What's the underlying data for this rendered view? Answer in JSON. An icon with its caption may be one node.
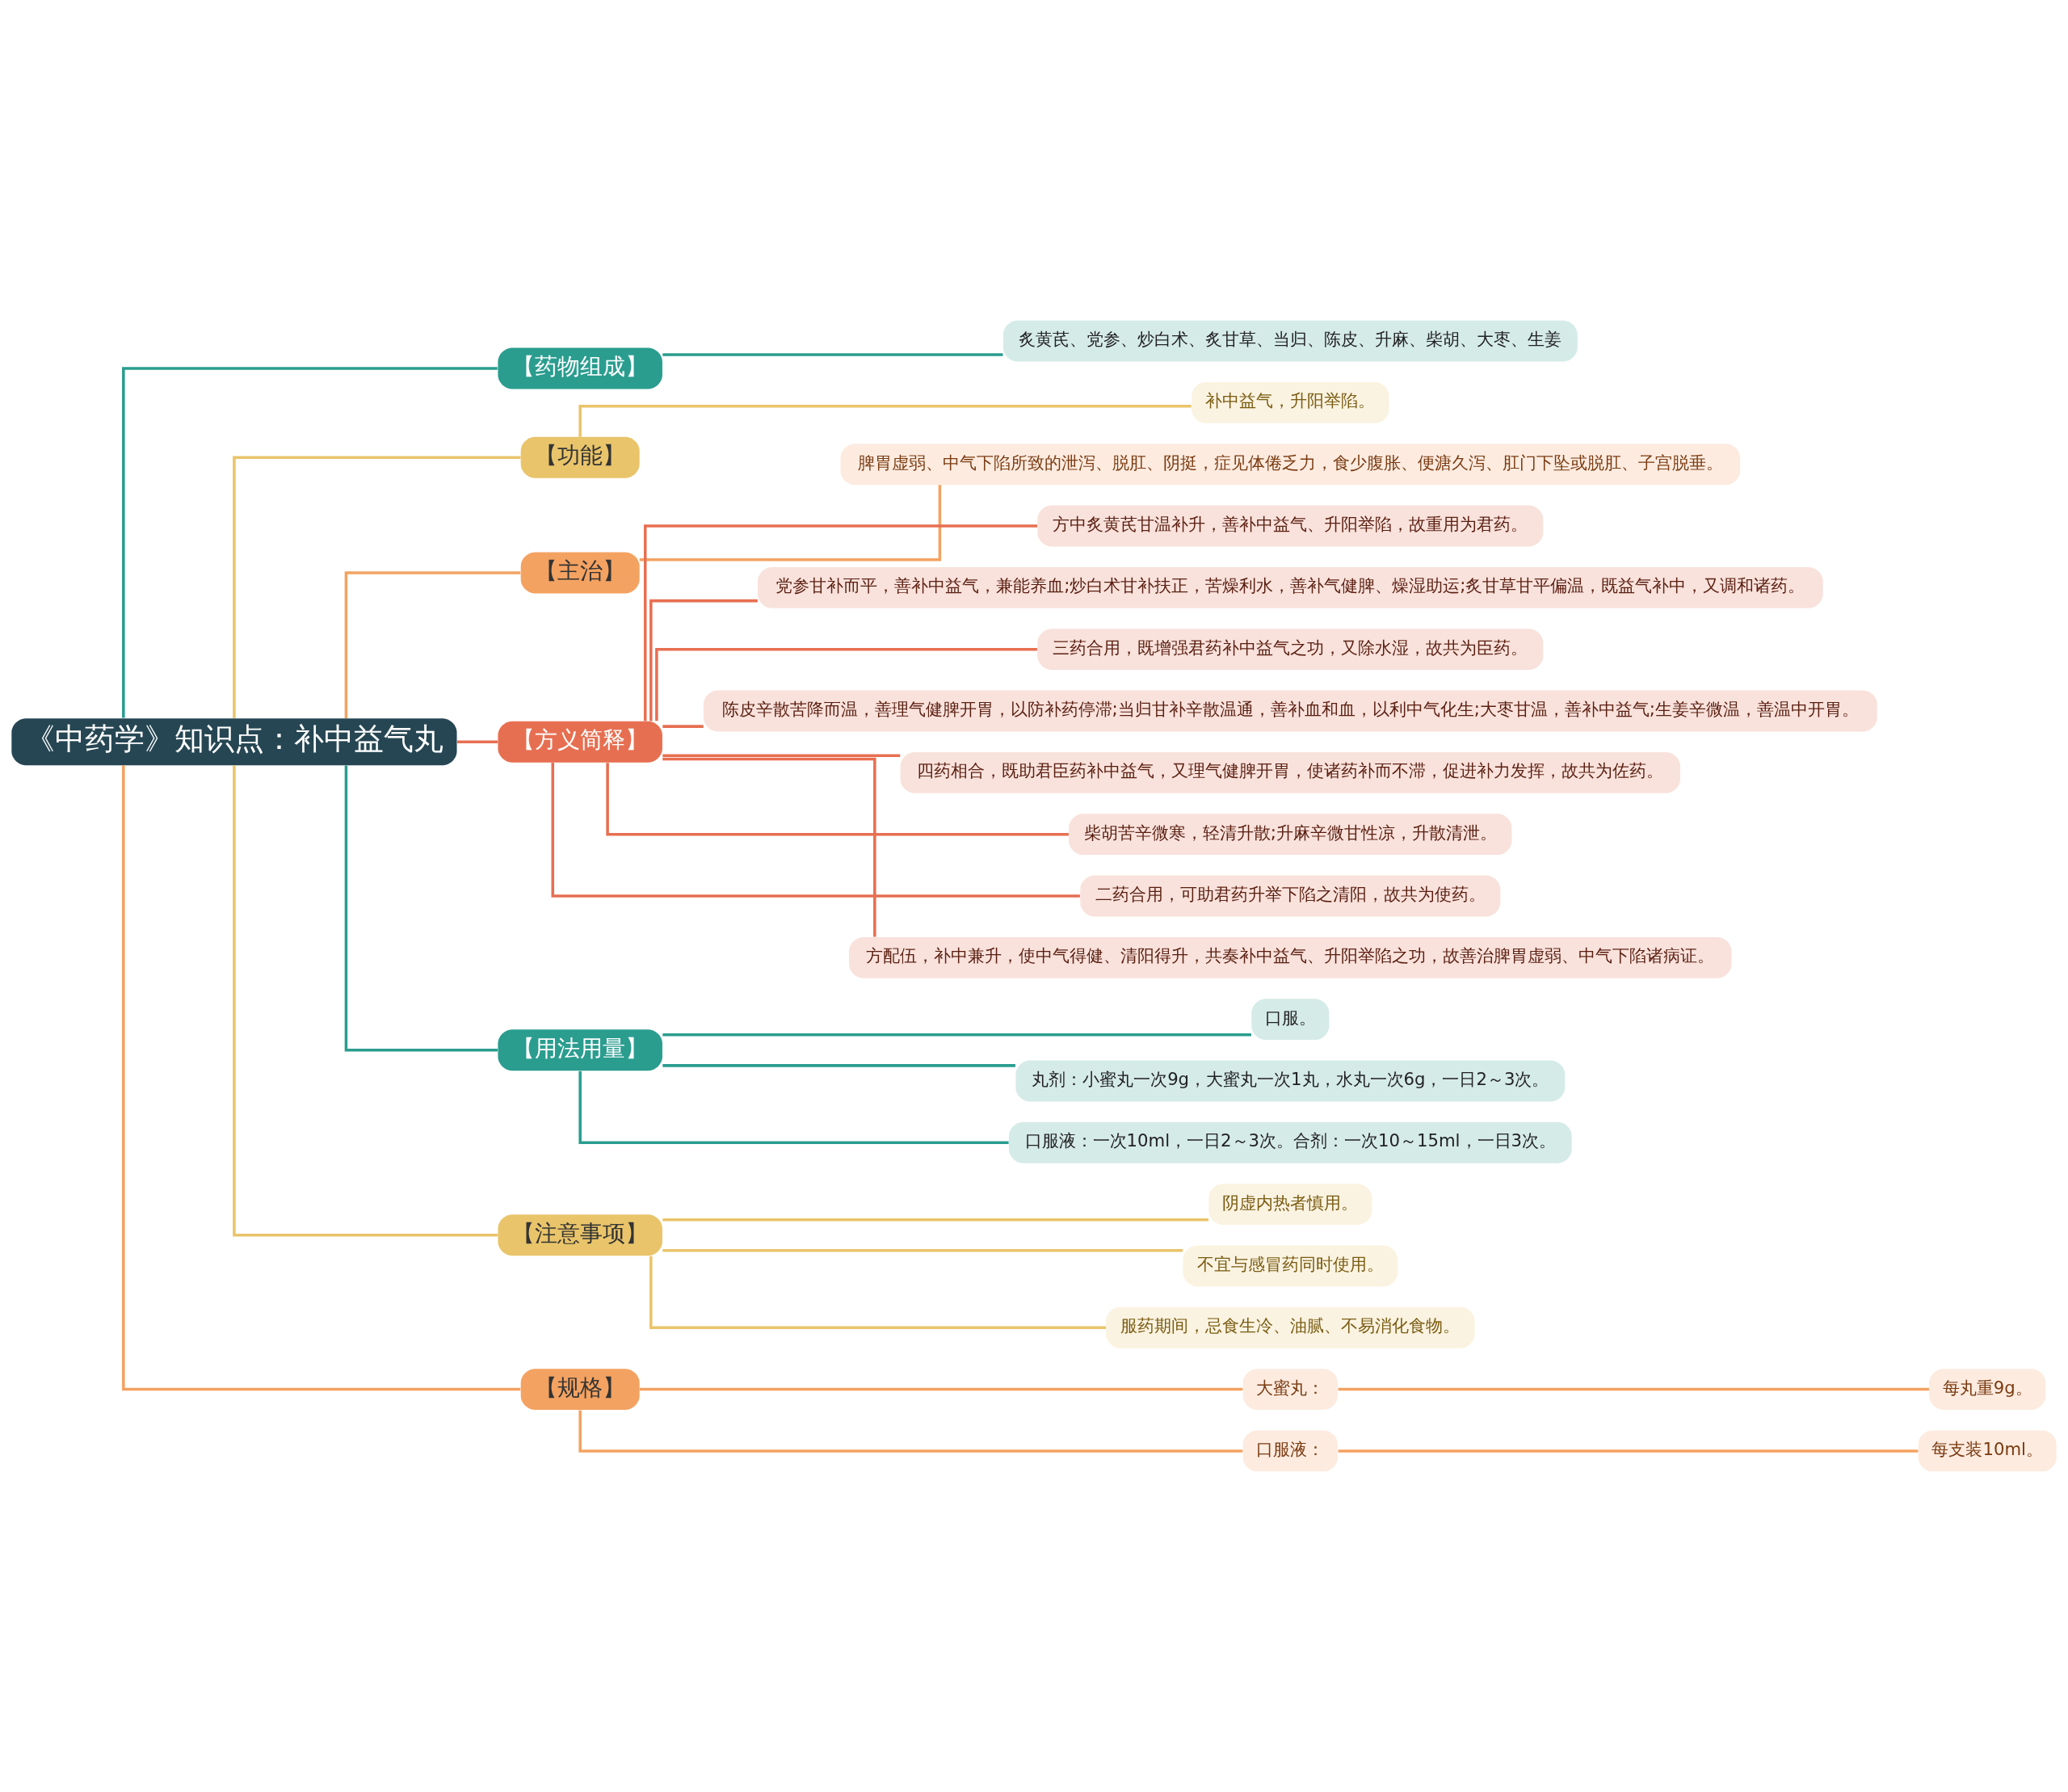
{
  "diagram": {
    "nodes": [
      {
        "text": [
          "《中药学》知识点：补中益气丸"
        ]
      },
      {
        "text": [
          "【药物组成】"
        ]
      },
      {
        "text": [
          "炙黄芪、党参、炒白术、炙甘草、当归、陈皮、升麻、柴胡、大枣、生姜"
        ]
      },
      {
        "text": [
          "【功能】"
        ]
      },
      {
        "text": [
          "补中益气，升阳举陷。"
        ]
      },
      {
        "text": [
          "【主治】"
        ]
      },
      {
        "text": [
          "脾胃虚弱、中气下陷所致的泄泻、脱肛、阴挺，症见体倦乏力，食少腹胀、便溏久泻、肛门下坠或脱肛、子宫脱垂。"
        ]
      },
      {
        "text": [
          "【方义简释】"
        ]
      },
      {
        "text": [
          "方中炙黄芪甘温补升，善补中益气、升阳举陷，故重用为君药。"
        ]
      },
      {
        "text": [
          "党参甘补而平，善补中益气，兼能养血;炒白术甘补扶正，苦燥利水，善补气健脾、燥湿助运;炙甘草甘平偏温，既益气补中，又调和诸药。"
        ]
      },
      {
        "text": [
          "三药合用，既增强君药补中益气之功，又除水湿，故共为臣药。"
        ]
      },
      {
        "text": [
          "陈皮辛散苦降而温，善理气健脾开胃，以防补药停滞;当归甘补辛散温通，善补血和血，以利中气化生;大枣甘温，善补中益气;生姜辛微温，善温中开胃。"
        ]
      },
      {
        "text": [
          "四药相合，既助君臣药补中益气，又理气健脾开胃，使诸药补而不滞，促进补力发挥，故共为佐药。"
        ]
      },
      {
        "text": [
          "柴胡苦辛微寒，轻清升散;升麻辛微甘性凉，升散清泄。"
        ]
      },
      {
        "text": [
          "二药合用，可助君药升举下陷之清阳，故共为使药。"
        ]
      },
      {
        "text": [
          "方配伍，补中兼升，使中气得健、清阳得升，共奏补中益气、升阳举陷之功，故善治脾胃虚弱、中气下陷诸病证。"
        ]
      },
      {
        "text": [
          "【用法用量】"
        ]
      },
      {
        "text": [
          "口服。"
        ]
      },
      {
        "text": [
          "丸剂：小蜜丸一次9g，大蜜丸一次1丸，水丸一次6g，一日2～3次。"
        ]
      },
      {
        "text": [
          "口服液：一次10ml，一日2～3次。合剂：一次10～15ml，一日3次。"
        ]
      },
      {
        "text": [
          "【注意事项】"
        ]
      },
      {
        "text": [
          "阴虚内热者慎用。"
        ]
      },
      {
        "text": [
          "不宜与感冒药同时使用。"
        ]
      },
      {
        "text": [
          "服药期间，忌食生冷、油腻、不易消化食物。"
        ]
      },
      {
        "text": [
          "【规格】"
        ]
      },
      {
        "text": [
          "大蜜丸："
        ]
      },
      {
        "text": [
          "每丸重9g。"
        ]
      },
      {
        "text": [
          "口服液："
        ]
      },
      {
        "text": [
          "每支装10ml。"
        ]
      }
    ],
    "edges": [
      {
        "from": 0,
        "to": 1,
        "arrow": "none",
        "color": "#2a9d8f"
      },
      {
        "from": 1,
        "to": 2,
        "arrow": "none",
        "color": "#2a9d8f"
      },
      {
        "from": 0,
        "to": 3,
        "arrow": "none",
        "color": "#e9c46a"
      },
      {
        "from": 3,
        "to": 4,
        "arrow": "none",
        "color": "#e9c46a"
      },
      {
        "from": 0,
        "to": 5,
        "arrow": "none",
        "color": "#f4a261"
      },
      {
        "from": 5,
        "to": 6,
        "arrow": "none",
        "color": "#f4a261"
      },
      {
        "from": 0,
        "to": 7,
        "arrow": "none"
      },
      {
        "from": 7,
        "to": 8,
        "arrow": "none"
      },
      {
        "from": 7,
        "to": 9,
        "arrow": "none"
      },
      {
        "from": 7,
        "to": 10,
        "arrow": "none"
      },
      {
        "from": 7,
        "to": 11,
        "arrow": "none"
      },
      {
        "from": 7,
        "to": 12,
        "arrow": "none"
      },
      {
        "from": 7,
        "to": 13,
        "arrow": "none"
      },
      {
        "from": 7,
        "to": 14,
        "arrow": "none"
      },
      {
        "from": 7,
        "to": 15,
        "arrow": "none"
      },
      {
        "from": 0,
        "to": 16,
        "arrow": "none",
        "color": "#2a9d8f"
      },
      {
        "from": 16,
        "to": 17,
        "arrow": "none",
        "color": "#2a9d8f"
      },
      {
        "from": 16,
        "to": 18,
        "arrow": "none",
        "color": "#2a9d8f"
      },
      {
        "from": 16,
        "to": 19,
        "arrow": "none",
        "color": "#2a9d8f"
      },
      {
        "from": 0,
        "to": 20,
        "arrow": "none",
        "color": "#e9c46a"
      },
      {
        "from": 20,
        "to": 21,
        "arrow": "none",
        "color": "#e9c46a"
      },
      {
        "from": 20,
        "to": 22,
        "arrow": "none",
        "color": "#e9c46a"
      },
      {
        "from": 20,
        "to": 23,
        "arrow": "none",
        "color": "#e9c46a"
      },
      {
        "from": 0,
        "to": 24,
        "arrow": "none",
        "color": "#f4a261"
      },
      {
        "from": 24,
        "to": 25,
        "arrow": "none",
        "color": "#f4a261"
      },
      {
        "from": 25,
        "to": 26,
        "arrow": "none",
        "color": "#f4a261"
      },
      {
        "from": 24,
        "to": 27,
        "arrow": "none",
        "color": "#f4a261"
      },
      {
        "from": 27,
        "to": 28,
        "arrow": "none",
        "color": "#f4a261"
      }
    ]
  }
}
